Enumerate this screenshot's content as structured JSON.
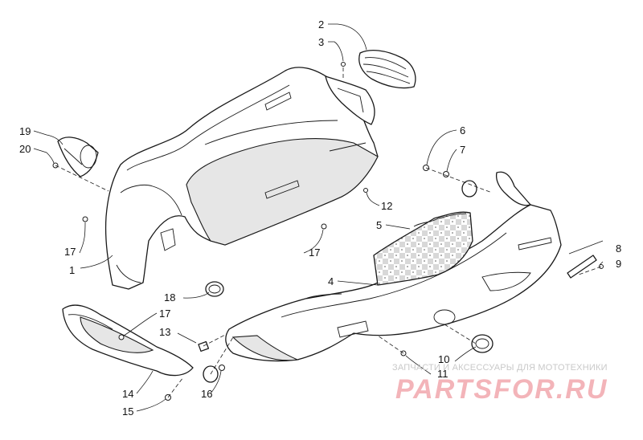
{
  "callouts": [
    "1",
    "2",
    "3",
    "4",
    "5",
    "6",
    "7",
    "8",
    "9",
    "10",
    "11",
    "12",
    "13",
    "14",
    "15",
    "16",
    "17",
    "17",
    "17",
    "18",
    "19",
    "20"
  ],
  "watermark": {
    "caption": "ЗАПЧАСТИ И АКСЕССУАРЫ ДЛЯ МОТОТЕХНИКИ",
    "logo": "PARTSFOR.RU"
  }
}
